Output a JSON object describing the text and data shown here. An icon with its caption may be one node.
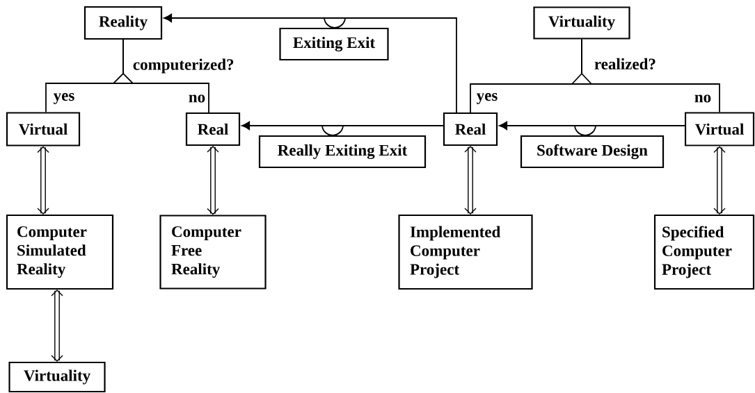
{
  "diagram": {
    "nodes": [
      {
        "text": [
          "Reality"
        ]
      },
      {
        "text": [
          "Exiting Exit"
        ]
      },
      {
        "text": [
          "Virtuality"
        ]
      },
      {
        "text": [
          "Virtual"
        ]
      },
      {
        "text": [
          "Real"
        ]
      },
      {
        "text": [
          "Really Exiting Exit"
        ]
      },
      {
        "text": [
          "Real"
        ]
      },
      {
        "text": [
          "Software Design"
        ]
      },
      {
        "text": [
          "Virtual"
        ]
      },
      {
        "text": [
          "Computer Simulated Reality"
        ]
      },
      {
        "text": [
          "Computer Free Reality"
        ]
      },
      {
        "text": [
          "Implemented Computer Project"
        ]
      },
      {
        "text": [
          "Specified Computer Project"
        ]
      },
      {
        "text": [
          "Virtuality"
        ]
      }
    ],
    "edges": [
      {
        "from": 0,
        "to": 3,
        "arrow": "none",
        "label": "yes"
      },
      {
        "from": 0,
        "to": 4,
        "arrow": "none",
        "label": "no"
      },
      {
        "from": 2,
        "to": 6,
        "arrow": "none",
        "label": "yes"
      },
      {
        "from": 2,
        "to": 8,
        "arrow": "none",
        "label": "no"
      },
      {
        "from": 6,
        "to": 0,
        "arrow": "to"
      },
      {
        "from": 6,
        "to": 4,
        "arrow": "to"
      },
      {
        "from": 8,
        "to": 6,
        "arrow": "to"
      },
      {
        "from": 3,
        "to": 9,
        "arrow": "both",
        "style": "thick"
      },
      {
        "from": 4,
        "to": 10,
        "arrow": "both",
        "style": "thick"
      },
      {
        "from": 6,
        "to": 11,
        "arrow": "both",
        "style": "thick"
      },
      {
        "from": 8,
        "to": 12,
        "arrow": "both",
        "style": "thick"
      },
      {
        "from": 9,
        "to": 13,
        "arrow": "both",
        "style": "thick"
      },
      {
        "from": 1,
        "to": null,
        "arrow": "none"
      },
      {
        "from": 5,
        "to": null,
        "arrow": "none"
      },
      {
        "from": 7,
        "to": null,
        "arrow": "none"
      }
    ],
    "labels": [
      "computerized?",
      "realized?"
    ]
  }
}
